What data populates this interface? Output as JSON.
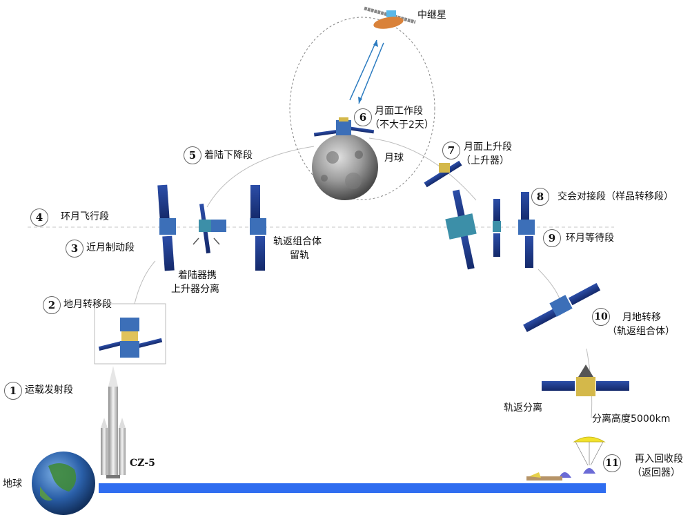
{
  "stages": [
    {
      "num": "1",
      "label": "运载发射段"
    },
    {
      "num": "2",
      "label": "地月转移段"
    },
    {
      "num": "3",
      "label": "近月制动段"
    },
    {
      "num": "4",
      "label": "环月飞行段"
    },
    {
      "num": "5",
      "label": "着陆下降段"
    },
    {
      "num": "6",
      "label": "月面工作段",
      "label2": "（不大于2天）"
    },
    {
      "num": "7",
      "label": "月面上升段",
      "label2": "（上升器）"
    },
    {
      "num": "8",
      "label": "交会对接段（样品转移段）"
    },
    {
      "num": "9",
      "label": "环月等待段"
    },
    {
      "num": "10",
      "label": "月地转移",
      "label2": "（轨返组合体）"
    },
    {
      "num": "11",
      "label": "再入回收段",
      "label2": "（返回器）"
    }
  ],
  "annotations": {
    "relay": "中继星",
    "moon": "月球",
    "earth": "地球",
    "rocket": "CZ-5",
    "lander_sep_1": "着陆器携",
    "lander_sep_2": "上升器分离",
    "orbit_stay_1": "轨返组合体",
    "orbit_stay_2": "留轨",
    "orbiter_return_sep": "轨返分离",
    "sep_altitude": "分离高度5000km"
  },
  "colors": {
    "ground": "#2f6df0",
    "panel": "#1f3b8f",
    "orbit": "#bbbbbb",
    "arrow": "#2b7bc0",
    "parachute": "#f2e22b"
  }
}
